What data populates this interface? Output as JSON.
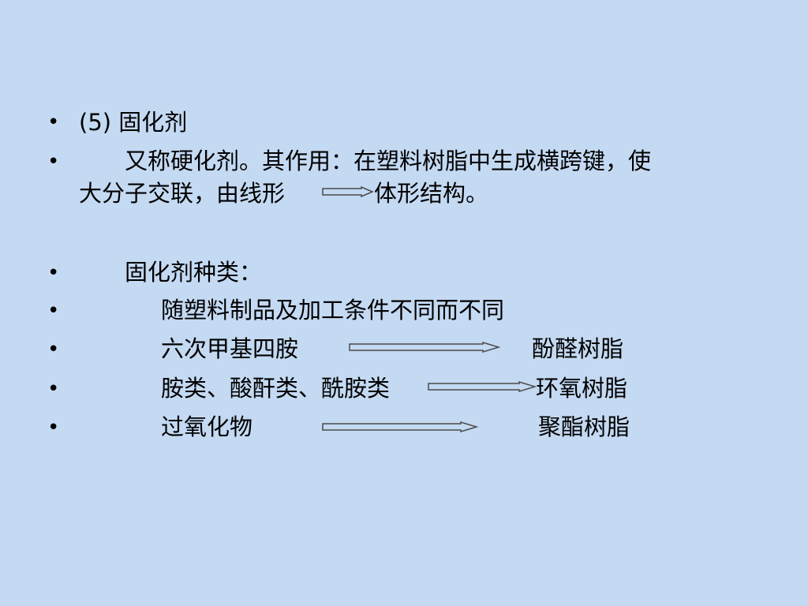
{
  "slide": {
    "bullet_char": "•",
    "item1": {
      "text": "(5) 固化剂"
    },
    "item2": {
      "line1": "又称硬化剂。其作用：在塑料树脂中生成横跨键，使",
      "line2_a": "大分子交联，由线形",
      "line2_b": "体形结构。"
    },
    "item3": {
      "text": "固化剂种类："
    },
    "item4": {
      "text": "随塑料制品及加工条件不同而不同"
    },
    "item5": {
      "left": "六次甲基四胺",
      "right": "酚醛树脂"
    },
    "item6": {
      "left": "胺类、酸酐类、酰胺类",
      "right": "环氧树脂"
    },
    "item7": {
      "left": "过氧化物",
      "right": "聚酯树脂"
    }
  },
  "colors": {
    "background": "#c4d9f2",
    "text": "#000000",
    "arrow_fill": "#c4d9f2",
    "arrow_stroke": "#4a4a4a"
  }
}
